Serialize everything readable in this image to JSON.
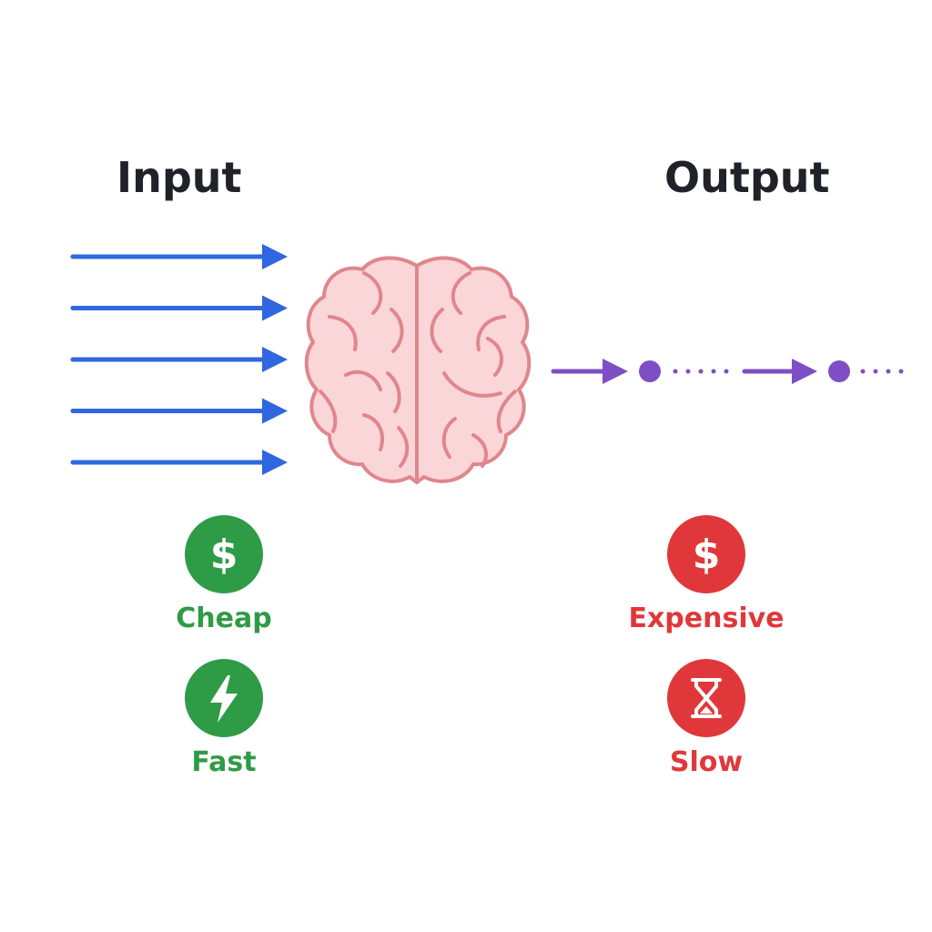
{
  "headings": {
    "input": "Input",
    "output": "Output"
  },
  "input_side": {
    "arrow_count": 5,
    "arrow_color": "#2f67e0",
    "attributes": [
      {
        "icon": "dollar-icon",
        "label": "Cheap",
        "color": "#2e9b47"
      },
      {
        "icon": "lightning-icon",
        "label": "Fast",
        "color": "#2e9b47"
      }
    ]
  },
  "output_side": {
    "arrow_color": "#7e4fc4",
    "attributes": [
      {
        "icon": "dollar-icon",
        "label": "Expensive",
        "color": "#e0383a"
      },
      {
        "icon": "hourglass-icon",
        "label": "Slow",
        "color": "#e0383a"
      }
    ]
  },
  "brain": {
    "icon": "brain-icon",
    "fill": "#fbd6d8",
    "stroke": "#e0868c"
  }
}
